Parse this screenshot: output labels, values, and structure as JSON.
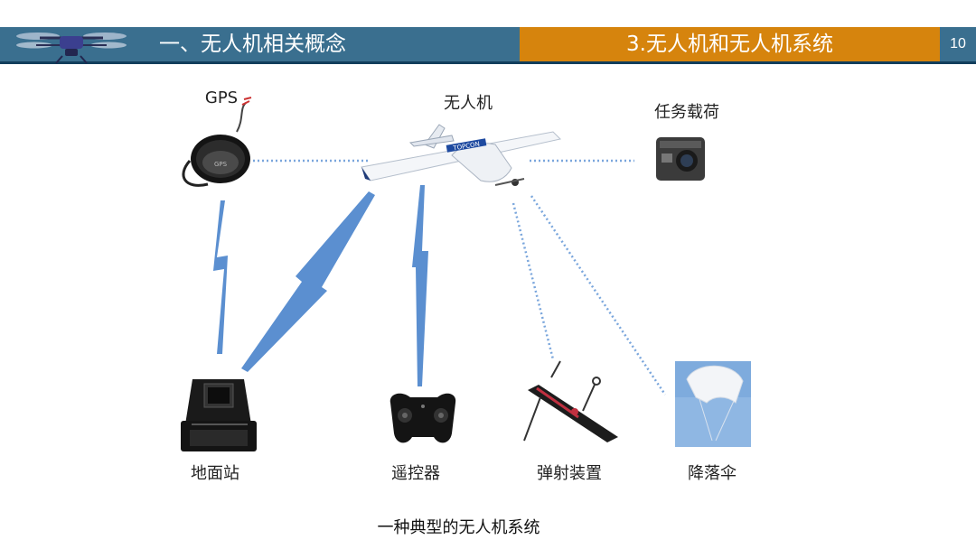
{
  "header": {
    "section_title": "一、无人机相关概念",
    "subsection_title": "3.无人机和无人机系统",
    "page_number": "10"
  },
  "diagram": {
    "nodes": {
      "gps": "GPS",
      "uav": "无人机",
      "payload": "任务载荷",
      "ground_station": "地面站",
      "remote_controller": "遥控器",
      "launcher": "弹射装置",
      "parachute": "降落伞"
    },
    "caption": "一种典型的无人机系统",
    "aircraft_brand": "TOPCON"
  },
  "colors": {
    "header_bar": "#3a6f8f",
    "subsection_box": "#d6840d",
    "link_dots": "#7aa6dc",
    "radio_link": "#5b8fd0"
  }
}
